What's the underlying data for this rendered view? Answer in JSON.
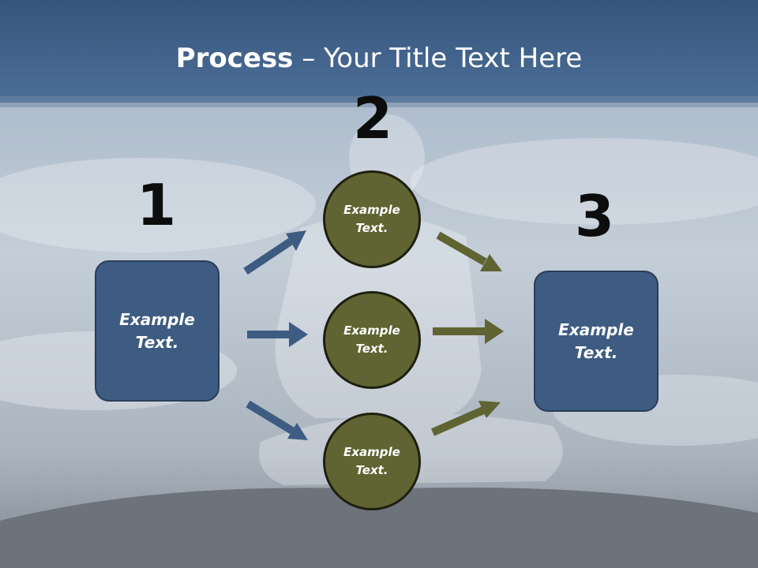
{
  "title": {
    "bold": "Process",
    "rest": " – Your Title Text Here"
  },
  "steps": [
    {
      "number": "1"
    },
    {
      "number": "2"
    },
    {
      "number": "3"
    }
  ],
  "left_box": {
    "text": "Example\nText."
  },
  "circles": [
    {
      "text": "Example\nText."
    },
    {
      "text": "Example\nText."
    },
    {
      "text": "Example\nText."
    }
  ],
  "right_box": {
    "text": "Example\nText."
  },
  "colors": {
    "box_fill": "#3e5c82",
    "circle_fill": "#5f6432",
    "arrow_blue": "#3e5c82",
    "arrow_olive": "#5f6432",
    "header": "#3f5f86"
  }
}
